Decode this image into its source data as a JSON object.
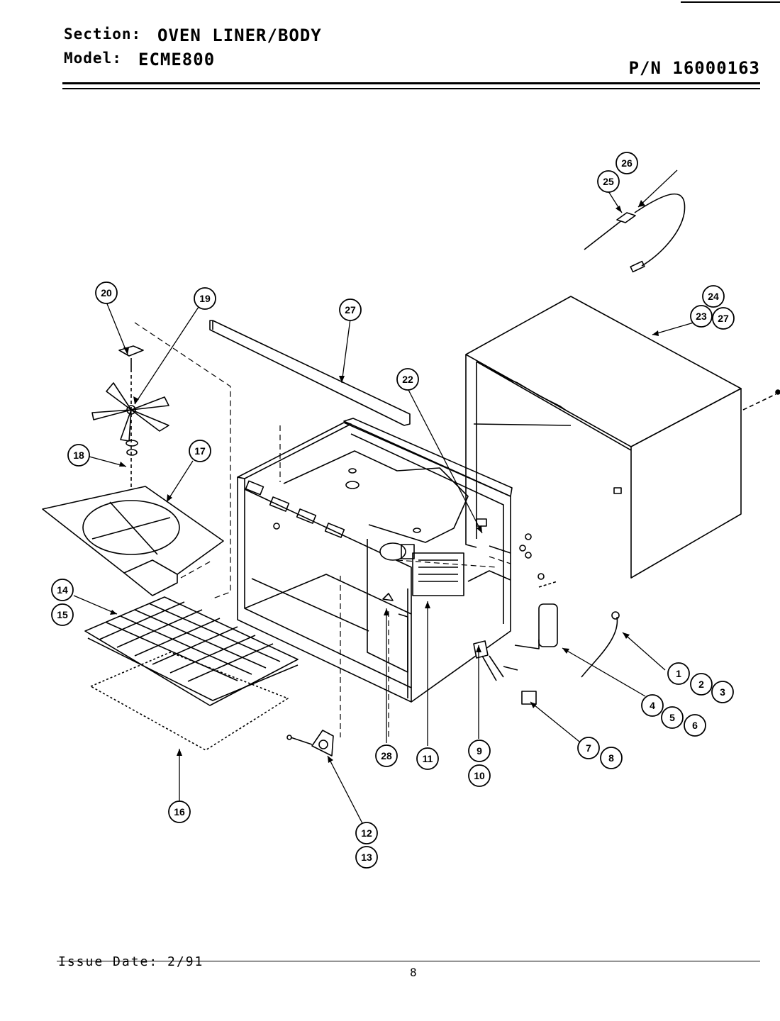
{
  "header": {
    "section_label": "Section:",
    "section_value": "OVEN LINER/BODY",
    "model_label": "Model:",
    "model_value": "ECME800",
    "part_number": "P/N 16000163"
  },
  "callouts": [
    "1",
    "2",
    "3",
    "4",
    "5",
    "6",
    "7",
    "8",
    "9",
    "10",
    "11",
    "12",
    "13",
    "14",
    "15",
    "16",
    "17",
    "18",
    "19",
    "20",
    "22",
    "23",
    "24",
    "25",
    "26",
    "27",
    "28"
  ],
  "footer": {
    "issue_date": "Issue Date: 2/91",
    "page_number": "8"
  }
}
